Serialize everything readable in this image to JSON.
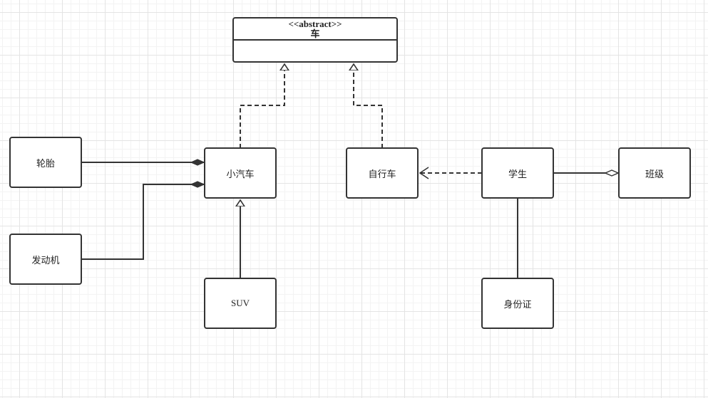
{
  "diagram": {
    "abstract_class": {
      "stereotype": "<<abstract>>",
      "name": "车"
    },
    "classes": {
      "tire": "轮胎",
      "engine": "发动机",
      "car": "小汽车",
      "suv": "SUV",
      "bicycle": "自行车",
      "student": "学生",
      "id_card": "身份证",
      "class_group": "班级"
    },
    "relations": [
      {
        "from": "小汽车",
        "to": "车",
        "type": "realization"
      },
      {
        "from": "自行车",
        "to": "车",
        "type": "realization"
      },
      {
        "from": "轮胎",
        "to": "小汽车",
        "type": "composition"
      },
      {
        "from": "发动机",
        "to": "小汽车",
        "type": "composition"
      },
      {
        "from": "SUV",
        "to": "小汽车",
        "type": "generalization"
      },
      {
        "from": "学生",
        "to": "自行车",
        "type": "dependency"
      },
      {
        "from": "学生",
        "to": "班级",
        "type": "aggregation"
      },
      {
        "from": "学生",
        "to": "身份证",
        "type": "association"
      }
    ],
    "colors": {
      "stroke": "#333333",
      "grid": "#e4e4e4",
      "background": "#ffffff"
    }
  }
}
